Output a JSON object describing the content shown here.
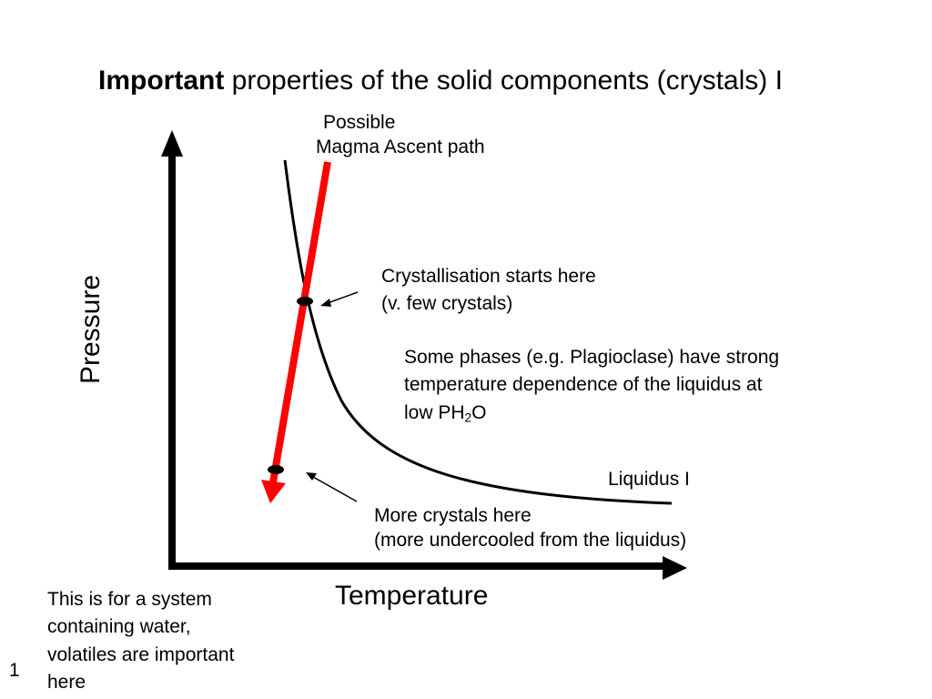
{
  "title": {
    "bold": "Important",
    "rest": " properties of the solid components (crystals) I"
  },
  "labels": {
    "ascent_line1": "Possible",
    "ascent_line2": "Magma Ascent path",
    "cryst_start_line1": "Crystallisation starts here",
    "cryst_start_line2": "(v. few crystals)",
    "phases_line1": "Some phases (e.g. Plagioclase) have strong",
    "phases_line2": "temperature dependence of the liquidus at",
    "phases_line3_pre": "low PH",
    "phases_line3_sub": "2",
    "phases_line3_post": "O",
    "liquidus": "Liquidus I",
    "more_line1": "More crystals here",
    "more_line2": "(more undercooled from the liquidus)"
  },
  "axes": {
    "x": "Temperature",
    "y": "Pressure"
  },
  "note": {
    "line1": "This is for a system",
    "line2": "containing water,",
    "line3": "volatiles are important",
    "line4": "here"
  },
  "slide_number": "1",
  "colors": {
    "ascent_path": "#ff0000",
    "ink": "#000000"
  }
}
